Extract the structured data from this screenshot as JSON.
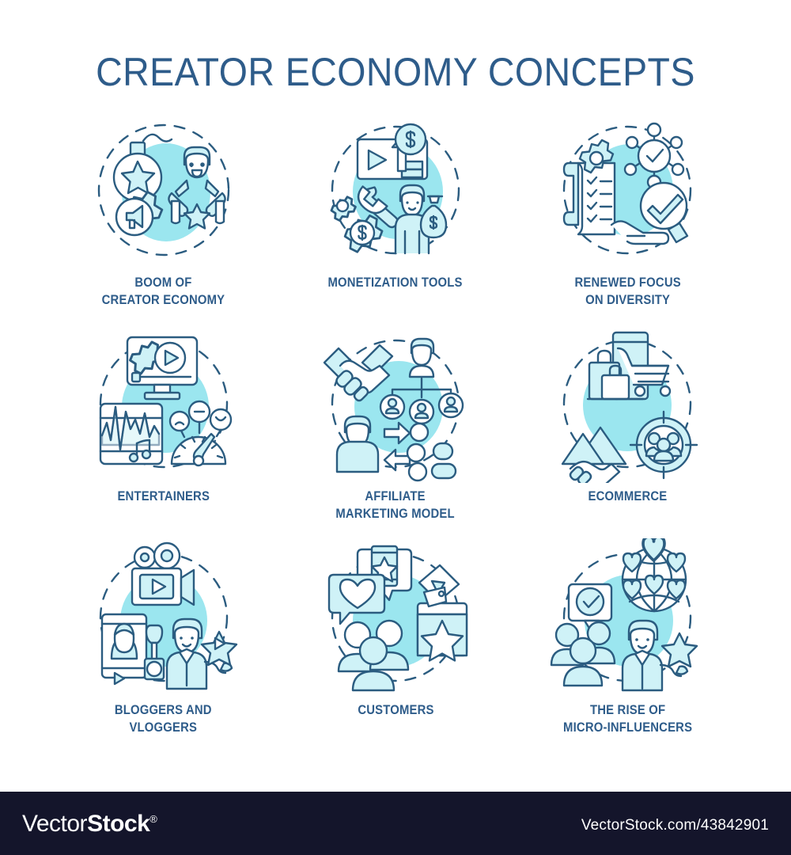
{
  "header": {
    "title": "CREATOR ECONOMY CONCEPTS",
    "title_color": "#2E5C8A"
  },
  "palette": {
    "line": "#2B5C80",
    "blob": "#9BE6EF",
    "fill_light": "#CFF2F7",
    "background": "#FFFFFF",
    "footer_background": "#14152B",
    "label_color": "#2E5C8A"
  },
  "concepts": [
    {
      "id": "boom-of-creator-economy",
      "label": "BOOM OF\nCREATOR ECONOMY",
      "icon_name": "boom-of-creator-economy-icon",
      "icon_elements": [
        "bomb-with-star",
        "gear-with-megaphone",
        "cheering-person",
        "star",
        "dashed-circle"
      ]
    },
    {
      "id": "monetization-tools",
      "label": "MONETIZATION TOOLS",
      "icon_name": "monetization-tools-icon",
      "icon_elements": [
        "video-player-with-play",
        "dollar-coin",
        "growth-arrow",
        "wrench",
        "dollar-gear",
        "person-with-money-bag",
        "dashed-circle"
      ]
    },
    {
      "id": "renewed-focus-on-diversity",
      "label": "RENEWED FOCUS\nON DIVERSITY",
      "icon_name": "renewed-focus-on-diversity-icon",
      "icon_elements": [
        "checklist-scroll",
        "gear",
        "network-node-check",
        "hand-holding-checkmark",
        "dashed-circle"
      ]
    },
    {
      "id": "entertainers",
      "label": "ENTERTAINERS",
      "icon_name": "entertainers-icon",
      "icon_elements": [
        "monitor-with-play-and-gear",
        "audio-waveform-with-music-note",
        "satisfaction-gauge",
        "emoji-faces",
        "dashed-circle"
      ]
    },
    {
      "id": "affiliate-marketing-model",
      "label": "AFFILIATE\nMARKETING MODEL",
      "icon_name": "affiliate-marketing-model-icon",
      "icon_elements": [
        "handshake",
        "people-hierarchy-network",
        "person-with-exchange-arrows",
        "crowd",
        "dashed-circle"
      ]
    },
    {
      "id": "ecommerce",
      "label": "ECOMMERCE",
      "icon_name": "ecommerce-icon",
      "icon_elements": [
        "smartphone-with-shopping-cart",
        "shopping-bags",
        "growth-arrows-handshake",
        "target-with-audience",
        "dashed-circle"
      ]
    },
    {
      "id": "bloggers-and-vloggers",
      "label": "BLOGGERS AND\nVLOGGERS",
      "icon_name": "bloggers-and-vloggers-icon",
      "icon_elements": [
        "film-camera-with-play",
        "smartphone-with-woman-video",
        "makeup-brush",
        "man-presenting-star",
        "dashed-circle"
      ]
    },
    {
      "id": "customers",
      "label": "CUSTOMERS",
      "icon_name": "customers-icon",
      "icon_elements": [
        "speech-bubble-star",
        "speech-bubble-heart",
        "group-of-three-people",
        "review-box-with-star",
        "dashed-circle"
      ]
    },
    {
      "id": "the-rise-of-micro-influencers",
      "label": "THE RISE OF\nMICRO-INFLUENCERS",
      "icon_name": "the-rise-of-micro-influencers-icon",
      "icon_elements": [
        "globe-with-hearts",
        "speech-bubble-check",
        "group-of-people",
        "man-presenting-star",
        "dashed-circle"
      ]
    }
  ],
  "footer": {
    "logo_vector": "Vector",
    "logo_stock": "Stock",
    "logo_registered": "®",
    "url": "VectorStock.com/43842901"
  }
}
